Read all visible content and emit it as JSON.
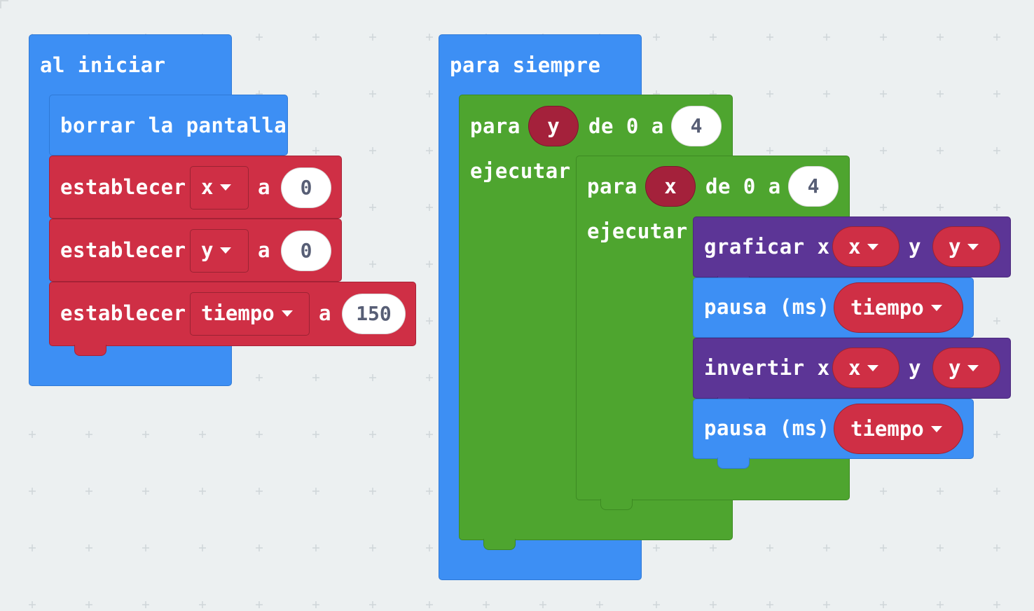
{
  "workspace": {
    "on_start": {
      "hat_label": "al iniciar",
      "clear_screen": "borrar la pantalla",
      "set_x": {
        "label": "establecer",
        "variable": "x",
        "to": "a",
        "value": "0"
      },
      "set_y": {
        "label": "establecer",
        "variable": "y",
        "to": "a",
        "value": "0"
      },
      "set_tiempo": {
        "label": "establecer",
        "variable": "tiempo",
        "to": "a",
        "value": "150"
      }
    },
    "forever": {
      "hat_label": "para siempre",
      "outer_loop": {
        "for": "para",
        "variable": "y",
        "from": "de 0 a",
        "to_value": "4",
        "do": "ejecutar"
      },
      "inner_loop": {
        "for": "para",
        "variable": "x",
        "from": "de 0 a",
        "to_value": "4",
        "do": "ejecutar"
      },
      "plot": {
        "label": "graficar x",
        "x_var": "x",
        "y_label": "y",
        "y_var": "y"
      },
      "pause1": {
        "label": "pausa (ms)",
        "var": "tiempo"
      },
      "toggle": {
        "label": "invertir x",
        "x_var": "x",
        "y_label": "y",
        "y_var": "y"
      },
      "pause2": {
        "label": "pausa (ms)",
        "var": "tiempo"
      }
    }
  }
}
